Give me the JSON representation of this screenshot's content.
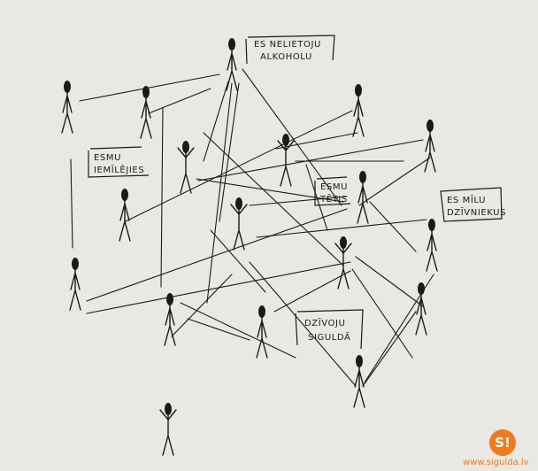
{
  "colors": {
    "paper": "#e9e8e4",
    "ink": "#1a1a1a",
    "brand": "#f07a1c"
  },
  "labels": {
    "alcohol": [
      "ES NELIETOJU",
      "ALKOHOLU"
    ],
    "love": [
      "ESMU",
      "IEMĪLĒJIES"
    ],
    "father": [
      "ESMU",
      "TĒTIS"
    ],
    "animals": [
      "ES MĪLU",
      "DZĪVNIEKUS"
    ],
    "sigulda": [
      "DZĪVOJU",
      "SIGULDĀ"
    ]
  },
  "logo": {
    "badge": "S!",
    "url": "www.sigulda.lv"
  }
}
